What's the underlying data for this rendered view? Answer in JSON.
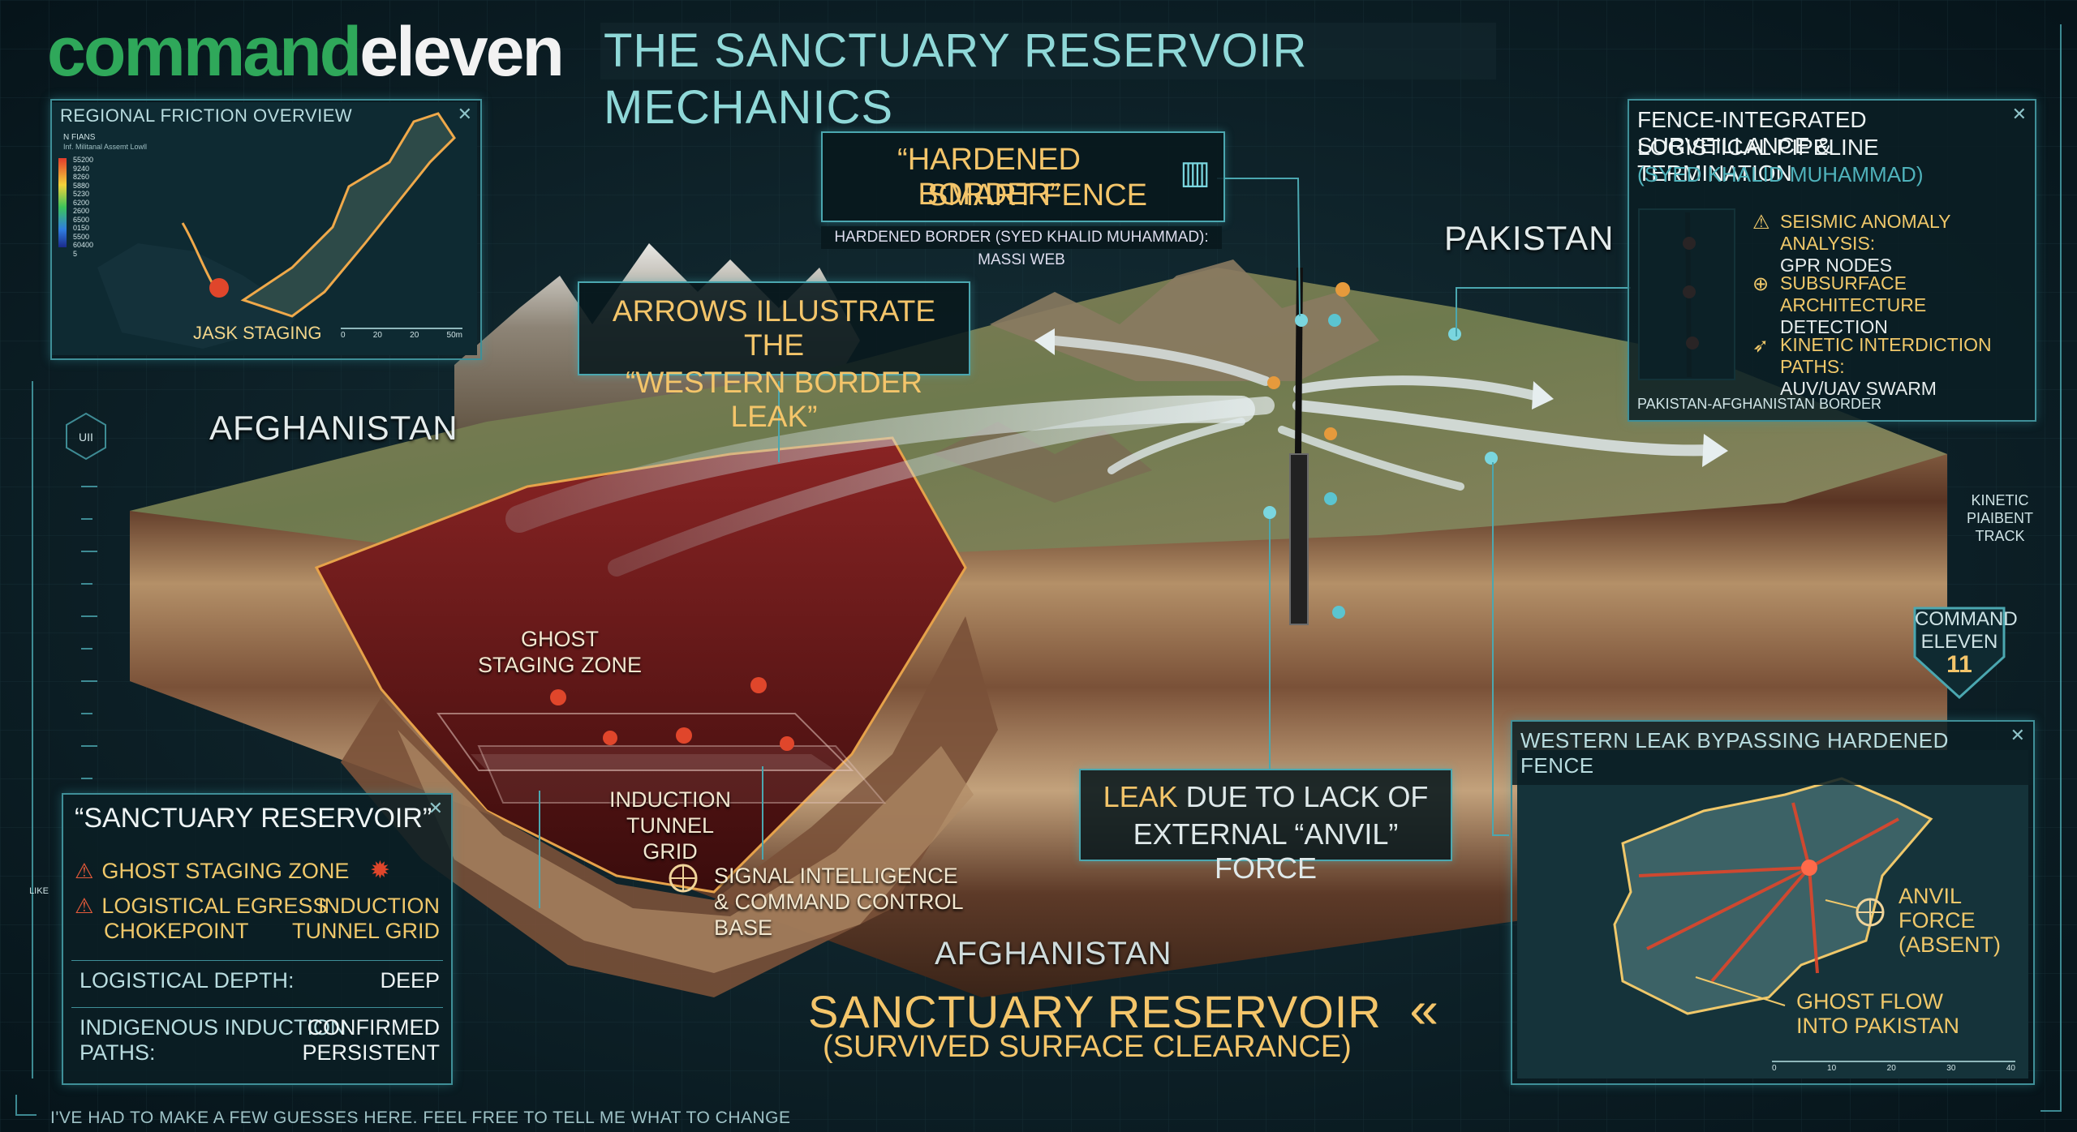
{
  "brand": {
    "part1": "command",
    "part2": "eleven"
  },
  "title": "THE SANCTUARY RESERVOIR MECHANICS",
  "regional_panel": {
    "title": "REGIONAL FRICTION OVERVIEW",
    "legend_title": "N FIANS",
    "legend_sub": "Inf. Militanal Assemt Lowll",
    "legend_values": [
      "55200",
      "9240",
      "8260",
      "5880",
      "5230",
      "6200",
      "2600",
      "6500",
      "0150",
      "5500",
      "60400",
      "5"
    ],
    "marker_label": "JASK STAGING",
    "scale_ticks": [
      "0",
      "20",
      "20",
      "50m"
    ]
  },
  "fence_callout": {
    "line1": "“HARDENED BORDER”",
    "line2": "SMART FENCE",
    "sub": "HARDENED BORDER (SYED KHALID MUHAMMAD): MASSI WEB"
  },
  "arrows_callout": {
    "line1": "ARROWS ILLUSTRATE THE",
    "line2": "“WESTERN BORDER LEAK”"
  },
  "surveillance_panel": {
    "title1": "FENCE-INTEGRATED SURVEILLANCE &",
    "title2": "LOGISTICAL PIPELINE TERMINATION",
    "subtitle": "(SYED KHALID MUHAMMAD)",
    "items": [
      {
        "l1": "SEISMIC ANOMALY ANALYSIS:",
        "l2": "GPR NODES"
      },
      {
        "l1": "SUBSURFACE ARCHITECTURE",
        "l2": "DETECTION"
      },
      {
        "l1": "KINETIC INTERDICTION PATHS:",
        "l2": "AUV/UAV SWARM"
      }
    ],
    "footer": "PAKISTAN-AFGHANISTAN BORDER"
  },
  "labels": {
    "pakistan": "PAKISTAN",
    "afghanistan_top": "AFGHANISTAN",
    "afghanistan_bottom": "AFGHANISTAN",
    "ghost1": "GHOST",
    "ghost2": "STAGING ZONE",
    "induction1": "INDUCTION",
    "induction2": "TUNNEL GRID",
    "signal1": "SIGNAL INTELLIGENCE",
    "signal2": "& COMMAND CONTROL BASE",
    "kinetic1": "KINETIC",
    "kinetic2": "PIAIBENT",
    "kinetic3": "TRACK",
    "side_code": "UII",
    "side_small": "LIKE"
  },
  "leak_callout": {
    "part1": "LEAK",
    "part2": "DUE TO LACK OF",
    "line2": "EXTERNAL “ANVIL” FORCE"
  },
  "sanctuary_title": {
    "main": "SANCTUARY RESERVOIR",
    "chev": "«",
    "sub": "(SURVIVED SURFACE CLEARANCE)"
  },
  "badge": {
    "l1": "COMMAND",
    "l2": "ELEVEN",
    "l3": "11"
  },
  "reservoir_panel": {
    "title": "“SANCTUARY RESERVOIR”",
    "ghost": "GHOST STAGING ZONE",
    "egress1": "LOGISTICAL EGRESS",
    "egress2": "CHOKEPOINT",
    "tunnel1": "INDUCTION",
    "tunnel2": "TUNNEL GRID",
    "depth_label": "LOGISTICAL DEPTH:",
    "depth_value": "DEEP",
    "paths_label1": "INDIGENOUS INDUCTION",
    "paths_label2": "PATHS:",
    "paths_value1": "CONFIRMED",
    "paths_value2": "PERSISTENT"
  },
  "leak_panel": {
    "title": "WESTERN LEAK BYPASSING HARDENED FENCE",
    "anvil1": "ANVIL FORCE",
    "anvil2": "(ABSENT)",
    "ghost1": "GHOST FLOW",
    "ghost2": "INTO PAKISTAN",
    "scale_ticks": [
      "0",
      "10",
      "20",
      "30",
      "40"
    ]
  },
  "footer": "I'VE HAD TO MAKE A FEW GUESSES HERE. FEEL FREE TO TELL ME WHAT TO CHANGE",
  "colors": {
    "accent": "#4ba7b0",
    "gold": "#f4c56a",
    "red": "#c0392b",
    "brand_green": "#2fa85a"
  }
}
